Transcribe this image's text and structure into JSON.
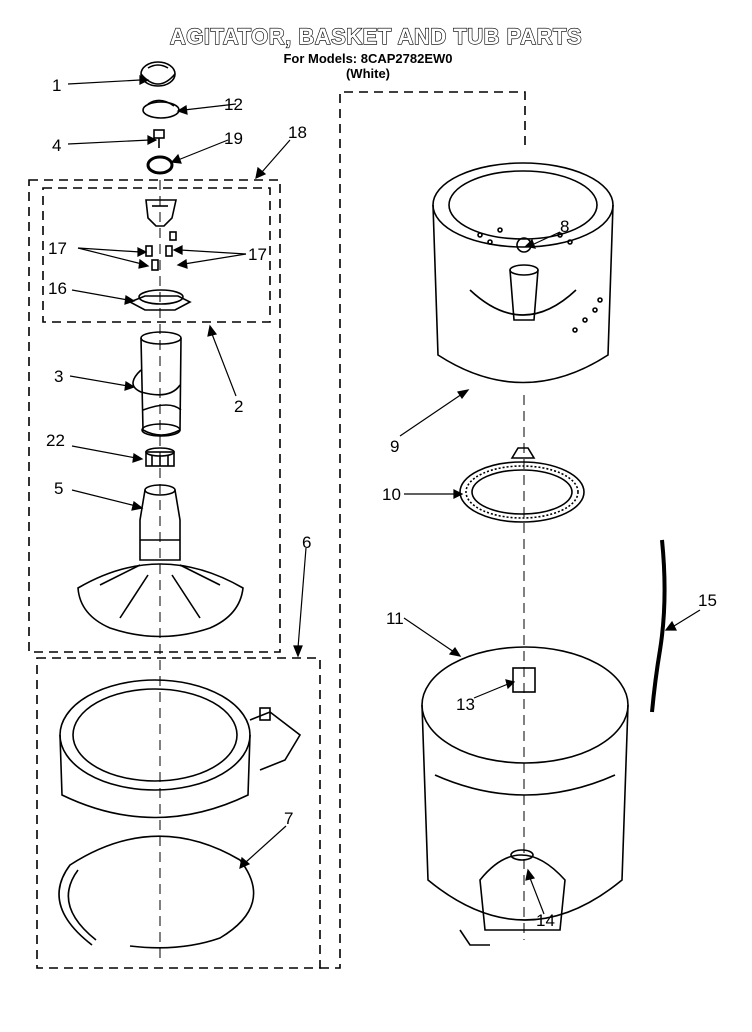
{
  "header": {
    "title": "AGITATOR, BASKET AND TUB PARTS",
    "models_line": "For Models: 8CAP2782EW0",
    "color_line": "(White)"
  },
  "callouts": {
    "c1": "1",
    "c12": "12",
    "c4": "4",
    "c19": "19",
    "c18": "18",
    "c17a": "17",
    "c17b": "17",
    "c16": "16",
    "c3": "3",
    "c2": "2",
    "c22": "22",
    "c5": "5",
    "c6": "6",
    "c7": "7",
    "c8": "8",
    "c9": "9",
    "c10": "10",
    "c11": "11",
    "c13": "13",
    "c14": "14",
    "c15": "15"
  }
}
